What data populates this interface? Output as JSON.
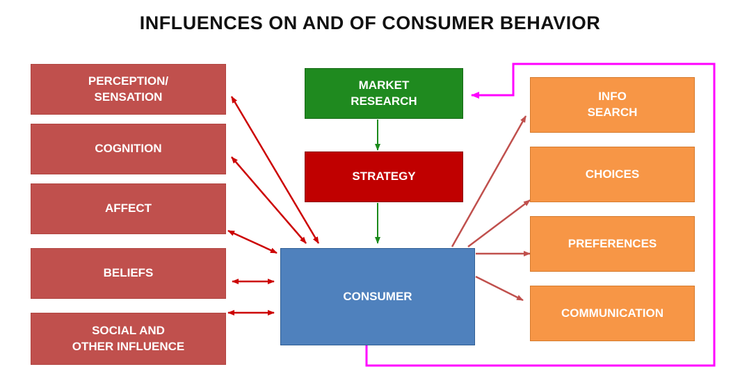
{
  "title": "INFLUENCES ON AND OF CONSUMER BEHAVIOR",
  "left_boxes": [
    "PERCEPTION/\nSENSATION",
    "COGNITION",
    "AFFECT",
    "BELIEFS",
    "SOCIAL AND\nOTHER INFLUENCE"
  ],
  "center": {
    "market_research": "MARKET\nRESEARCH",
    "strategy": "STRATEGY",
    "consumer": "CONSUMER"
  },
  "right_boxes": [
    "INFO\nSEARCH",
    "CHOICES",
    "PREFERENCES",
    "COMMUNICATION"
  ],
  "colors": {
    "left": "#c0504d",
    "right": "#f79646",
    "market_research": "#1f8a1f",
    "strategy": "#c00000",
    "consumer": "#4f81bd",
    "arrow_dark": "#cc0000",
    "arrow_light": "#c0504d",
    "arrow_green": "#1a8a1a",
    "feedback_loop": "#ff00ff"
  }
}
